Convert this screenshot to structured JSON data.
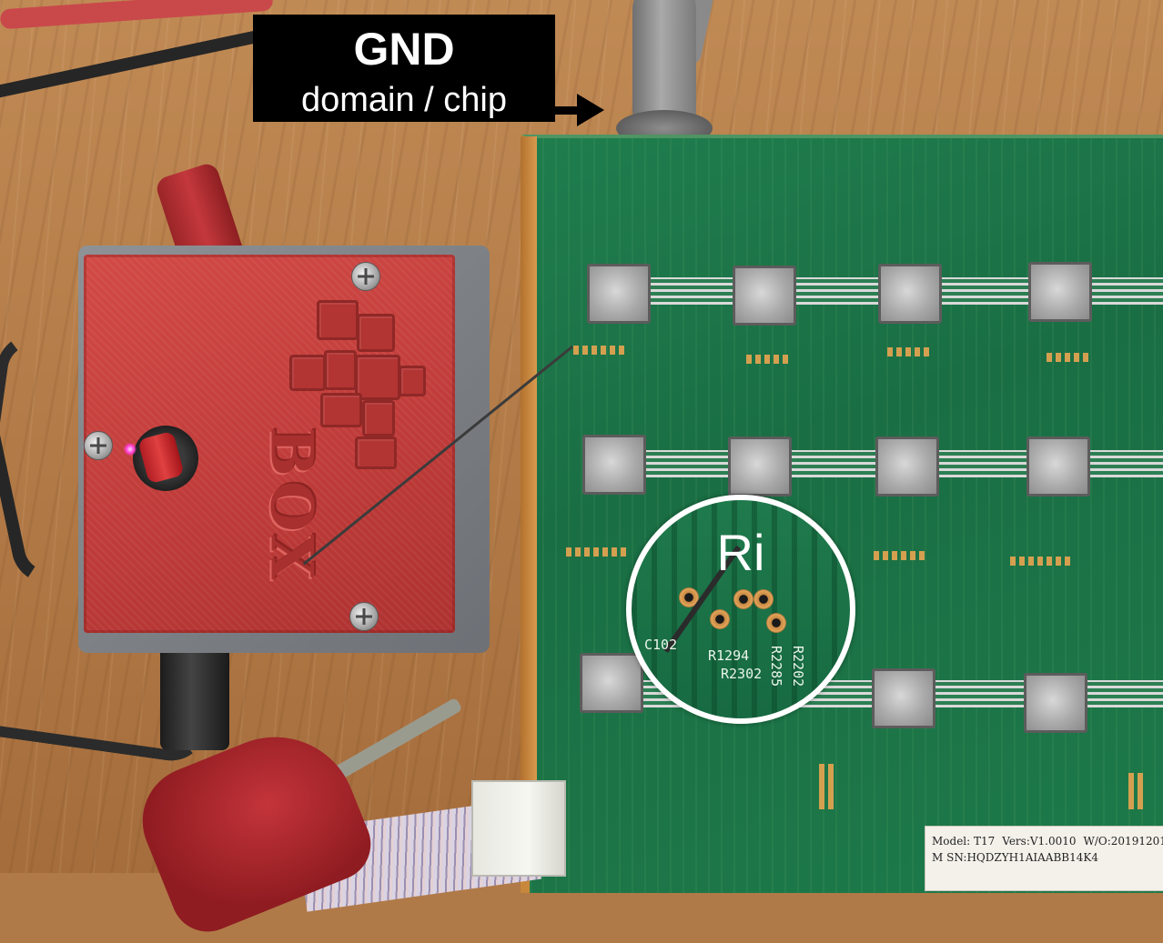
{
  "annotation": {
    "title": "GND",
    "subtitle": "domain / chip"
  },
  "magnifier": {
    "label": "Ri",
    "silk_labels": [
      "C102",
      "R1294",
      "R2302",
      "R2285",
      "R2202"
    ]
  },
  "test_box": {
    "engraving": "BOX"
  },
  "pcb": {
    "sticker": {
      "model": "Model: T17",
      "version": "Vers:V1.0010",
      "wo": "W/O:20191201",
      "serial": "M SN:HQDZYH1AIAABB14K4"
    }
  },
  "colors": {
    "callout_bg": "#000000",
    "callout_text": "#ffffff",
    "pcb_green": "#1c7447",
    "box_red": "#c8423f",
    "led_pink": "#ff3cd0"
  }
}
